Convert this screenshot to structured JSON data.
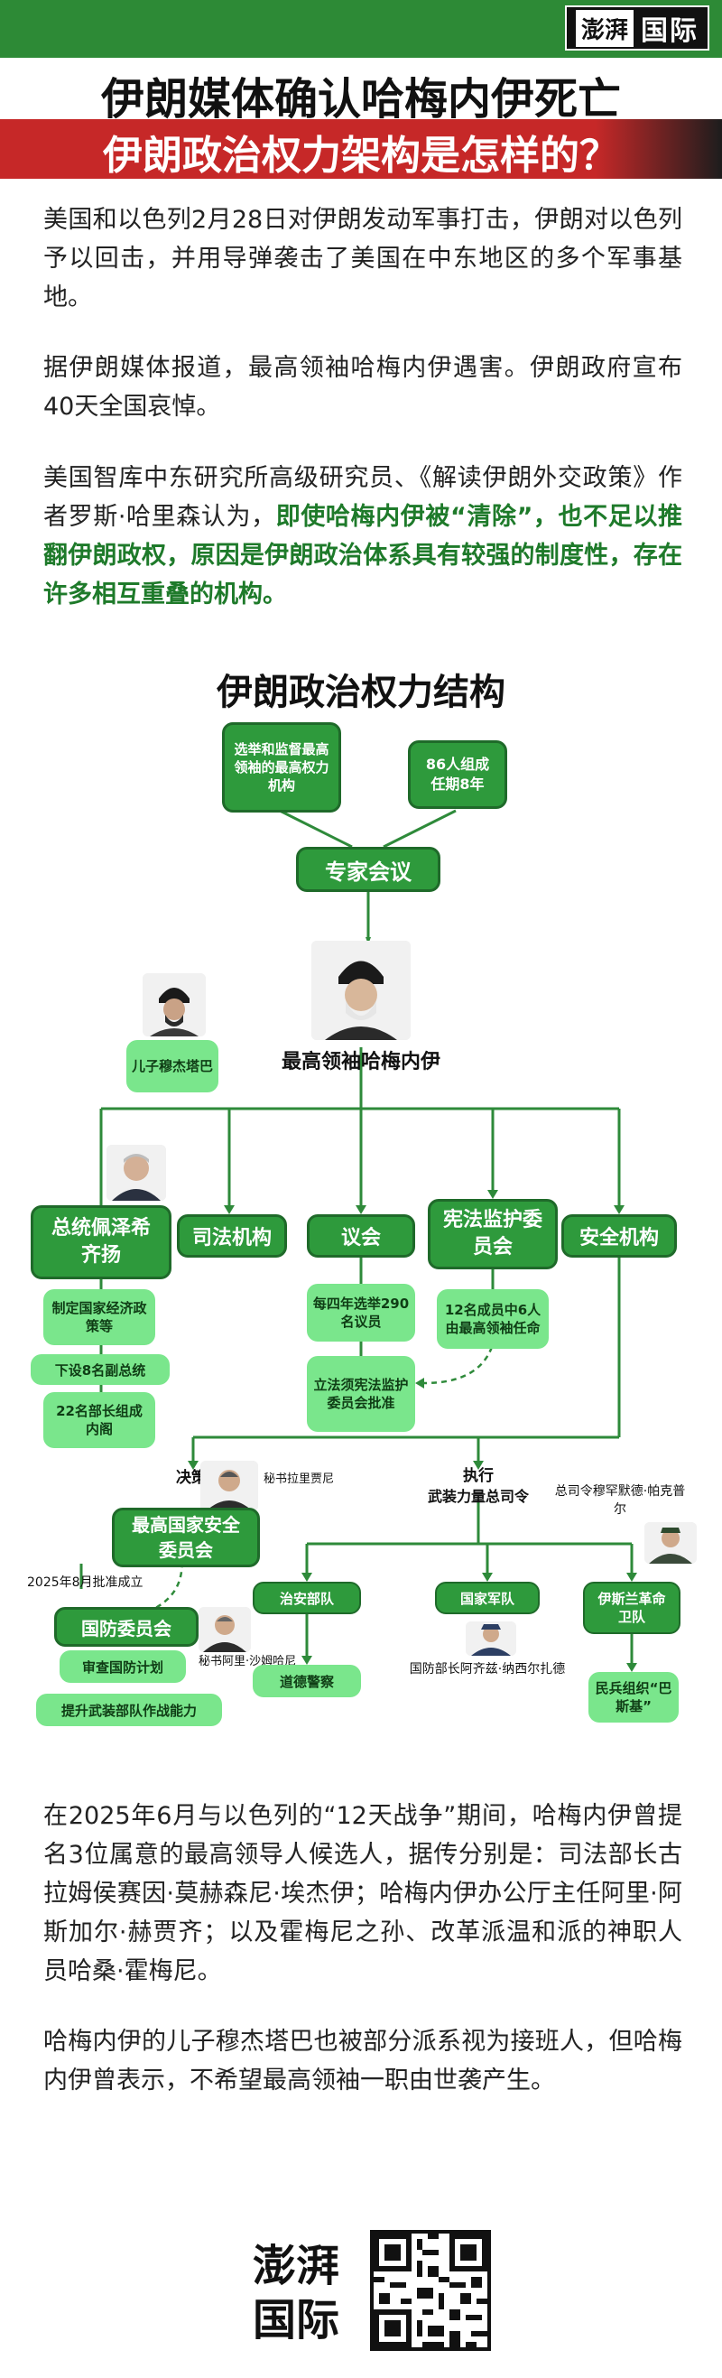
{
  "header": {
    "brand_logo": "澎湃",
    "brand_section": "国际",
    "headline_line1": "伊朗媒体确认哈梅内伊死亡",
    "headline_line2": "伊朗政治权力架构是怎样的？"
  },
  "article": {
    "p1": "美国和以色列2月28日对伊朗发动军事打击，伊朗对以色列予以回击，并用导弹袭击了美国在中东地区的多个军事基地。",
    "p2": "据伊朗媒体报道，最高领袖哈梅内伊遇害。伊朗政府宣布40天全国哀悼。",
    "p3_plain": "美国智库中东研究所高级研究员、《解读伊朗外交政策》作者罗斯·哈里森认为，",
    "p3_highlight": "即使哈梅内伊被“清除”，也不足以推翻伊朗政权，原因是伊朗政治体系具有较强的制度性，存在许多相互重叠的机构。",
    "p4": "在2025年6月与以色列的“12天战争”期间，哈梅内伊曾提名3位属意的最高领导人候选人，据传分别是：司法部长古拉姆侯赛因·莫赫森尼·埃杰伊；哈梅内伊办公厅主任阿里·阿斯加尔·赫贾齐；以及霍梅尼之孙、改革派温和派的神职人员哈桑·霍梅尼。",
    "p5": "哈梅内伊的儿子穆杰塔巴也被部分派系视为接班人，但哈梅内伊曾表示，不希望最高领袖一职由世袭产生。"
  },
  "diagram": {
    "title": "伊朗政治权力结构",
    "assembly_note_1": "选举和监督最高领袖的最高权力机构",
    "assembly_note_2": "86人组成任期8年",
    "assembly": "专家会议",
    "supreme_leader": "最高领袖哈梅内伊",
    "son_label": "儿子穆杰塔巴",
    "president": "总统佩泽希齐扬",
    "president_sub_1": "制定国家经济政策等",
    "president_sub_2": "下设8名副总统",
    "president_sub_3": "22名部长组成内阁",
    "judiciary": "司法机构",
    "parliament": "议会",
    "parliament_sub_1": "每四年选举290名议员",
    "parliament_sub_2": "立法须宪法监护委员会批准",
    "guardian_council": "宪法监护委员会",
    "guardian_sub": "12名成员中6人由最高领袖任命",
    "security": "安全机构",
    "decision_label": "决策",
    "secretary_1": "秘书拉里贾尼",
    "snsc": "最高国家安全委员会",
    "established_note": "2025年8月批准成立",
    "defense_council": "国防委员会",
    "defense_sub_1": "审查国防计划",
    "defense_sub_2": "提升武装部队作战能力",
    "secretary_2": "秘书阿里·沙姆哈尼",
    "execution_label": "执行",
    "armed_forces_hq": "武装力量总司令",
    "commander_label": "总司令穆罕默德·帕克普尔",
    "law_enforcement": "治安部队",
    "morality_police": "道德警察",
    "army": "国家军队",
    "defense_minister": "国防部长阿齐兹·纳西尔扎德",
    "irgc": "伊斯兰革命卫队",
    "basij": "民兵组织“巴斯基”"
  },
  "footer": {
    "logo": "澎湃国际"
  },
  "colors": {
    "brand_green": "#2d8a36",
    "headline_red": "#c62828",
    "node_dark": "#2e9a3c",
    "node_light": "#7ae68c",
    "highlight_text": "#1e7a2a"
  },
  "icons": [
    "portrait-icon",
    "qr-code-icon"
  ]
}
